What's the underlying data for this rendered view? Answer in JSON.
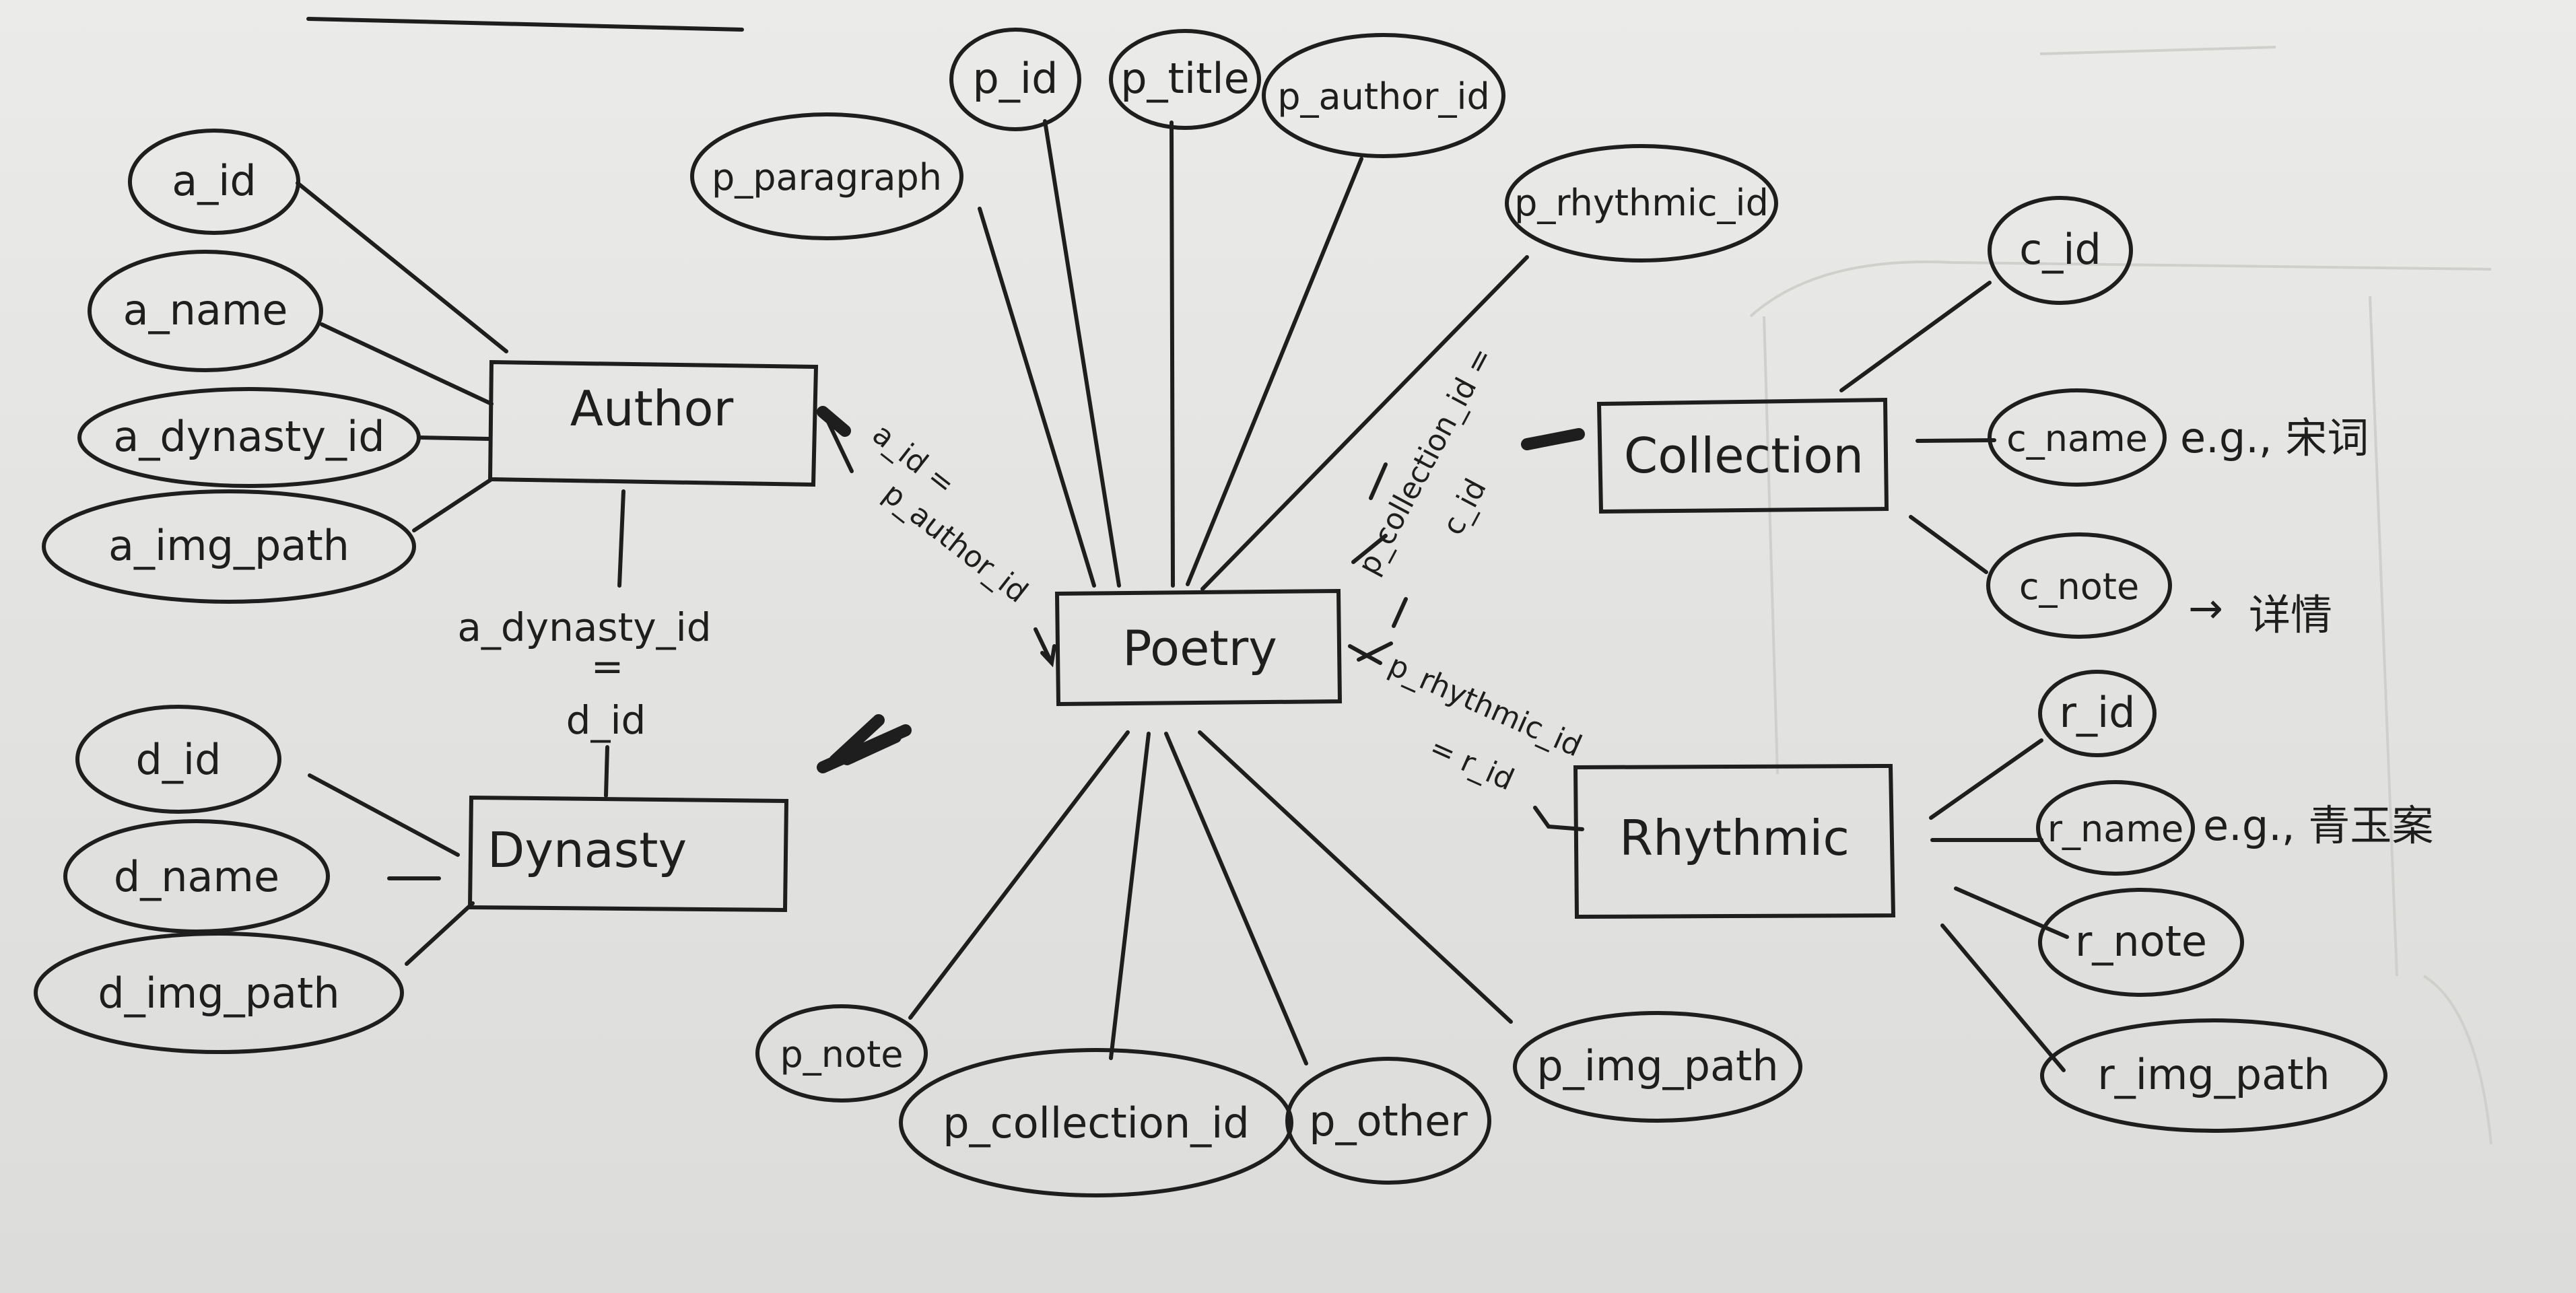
{
  "entities": {
    "author": "Author",
    "dynasty": "Dynasty",
    "poetry": "Poetry",
    "collection": "Collection",
    "rhythmic": "Rhythmic"
  },
  "author_attrs": {
    "a_id": "a_id",
    "a_name": "a_name",
    "a_dynasty_id": "a_dynasty_id",
    "a_img_path": "a_img_path"
  },
  "dynasty_attrs": {
    "d_id": "d_id",
    "d_name": "d_name",
    "d_img_path": "d_img_path"
  },
  "poetry_attrs": {
    "p_id": "p_id",
    "p_title": "p_title",
    "p_author_id": "p_author_id",
    "p_paragraph": "p_paragraph",
    "p_rhythmic_id": "p_rhythmic_id",
    "p_note": "p_note",
    "p_collection_id": "p_collection_id",
    "p_other": "p_other",
    "p_img_path": "p_img_path"
  },
  "collection_attrs": {
    "c_id": "c_id",
    "c_name": "c_name",
    "c_note": "c_note"
  },
  "rhythmic_attrs": {
    "r_id": "r_id",
    "r_name": "r_name",
    "r_note": "r_note",
    "r_img_path": "r_img_path"
  },
  "relations": {
    "author_dynasty_top": "a_dynasty_id",
    "author_dynasty_eq": "=",
    "author_dynasty_bottom": "d_id",
    "author_poetry_top": "a_id =",
    "author_poetry_bottom": "p_author_id",
    "collection_poetry_top": "p_collection_id =",
    "collection_poetry_bottom": "c_id",
    "rhythmic_poetry_top": "p_rhythmic_id",
    "rhythmic_poetry_bottom": "= r_id"
  },
  "notes": {
    "c_name_example": "e.g., 宋词",
    "c_note_arrow": "→",
    "c_note_detail": "详情",
    "r_name_example": "e.g., 青玉案"
  }
}
